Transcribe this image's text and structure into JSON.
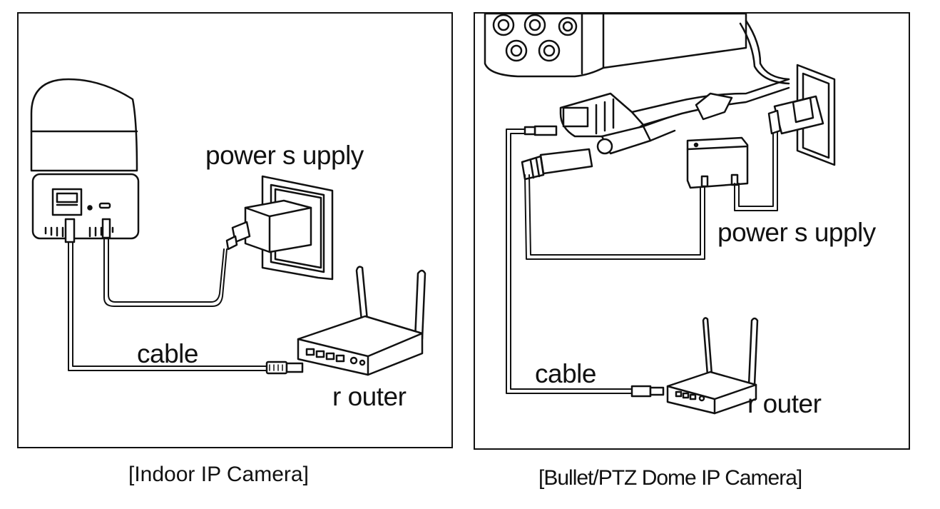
{
  "panels": {
    "indoor": {
      "labels": {
        "power_supply": "power s upply",
        "cable": "cable",
        "router": "r outer"
      },
      "caption": "[Indoor IP Camera]"
    },
    "bullet": {
      "labels": {
        "power_supply": "power s upply",
        "cable": "cable",
        "router": "r outer"
      },
      "caption": "[Bullet/PTZ Dome IP Camera]"
    }
  },
  "icons": [
    "ptz-camera-icon",
    "bullet-camera-icon",
    "wall-outlet-icon",
    "power-adapter-icon",
    "router-icon",
    "rj45-plug-icon",
    "dc-plug-icon",
    "power-box-icon"
  ]
}
